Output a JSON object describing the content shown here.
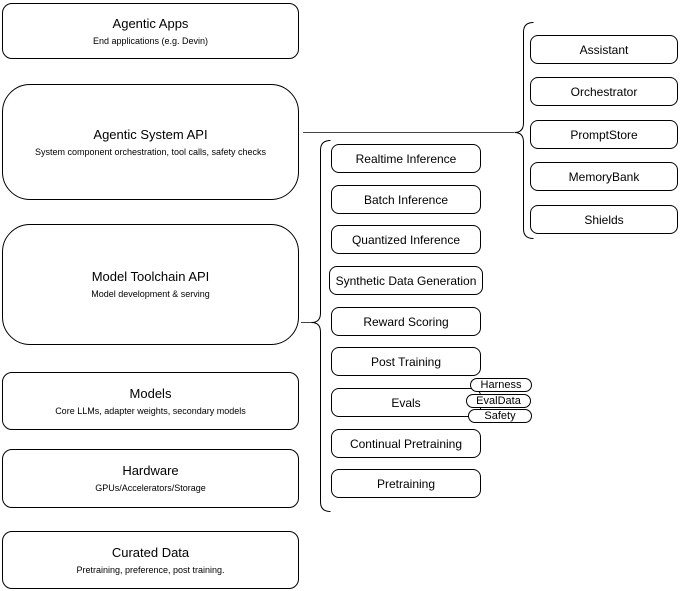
{
  "diagram": {
    "colors": {
      "stroke": "#000000",
      "text": "#000000",
      "background": "#ffffff"
    },
    "left_stack": [
      {
        "title": "Agentic Apps",
        "subtitle": "End applications (e.g. Devin)"
      },
      {
        "title": "Agentic System API",
        "subtitle": "System component orchestration, tool calls, safety checks"
      },
      {
        "title": "Model Toolchain API",
        "subtitle": "Model development & serving"
      },
      {
        "title": "Models",
        "subtitle": "Core LLMs, adapter weights, secondary models"
      },
      {
        "title": "Hardware",
        "subtitle": "GPUs/Accelerators/Storage"
      },
      {
        "title": "Curated Data",
        "subtitle": "Pretraining, preference, post training."
      }
    ],
    "toolchain_items": [
      "Realtime Inference",
      "Batch Inference",
      "Quantized Inference",
      "Synthetic Data Generation",
      "Reward Scoring",
      "Post Training",
      "Evals",
      "Continual Pretraining",
      "Pretraining"
    ],
    "eval_tags": [
      "Harness",
      "EvalData",
      "Safety"
    ],
    "system_components": [
      "Assistant",
      "Orchestrator",
      "PromptStore",
      "MemoryBank",
      "Shields"
    ]
  }
}
